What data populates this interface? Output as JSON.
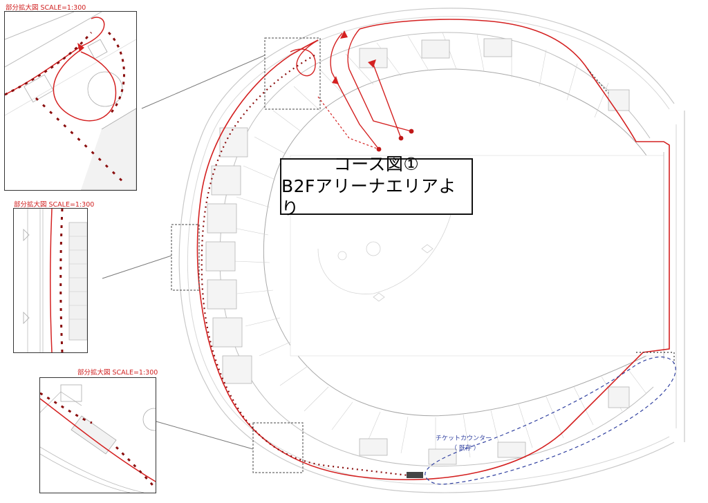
{
  "course_title": {
    "line1": "コース図①",
    "line2": "B2Fアリーナエリアより"
  },
  "insets": [
    {
      "title": "部分拡大図 SCALE=1:300"
    },
    {
      "title": "部分拡大図 SCALE=1:300"
    },
    {
      "title": "部分拡大図 SCALE=1:300"
    }
  ],
  "ticket_counter": {
    "label": "チケットカウンター",
    "sublabel": "（ 既存 ）"
  },
  "colors": {
    "route_red": "#d42020",
    "route_dark_red": "#a01010",
    "existing_blue": "#3040a0",
    "line_gray": "#b8b8b8",
    "frame": "#333333"
  }
}
